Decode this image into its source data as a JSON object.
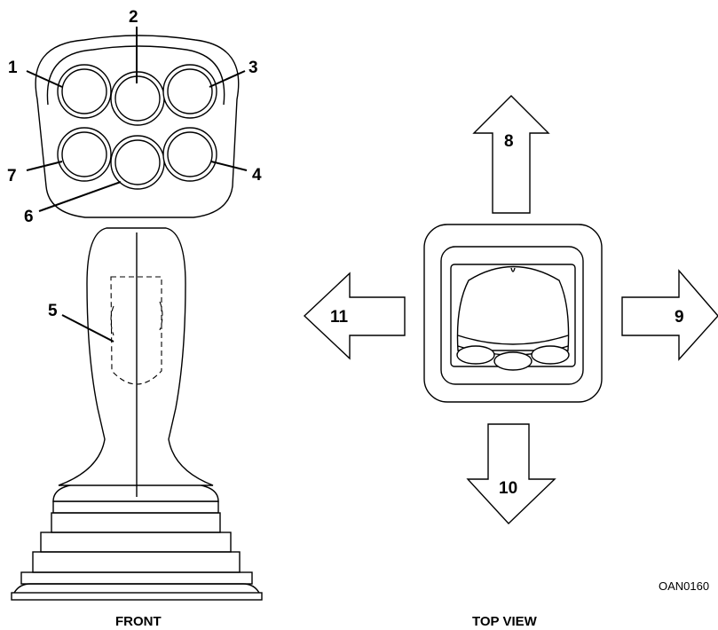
{
  "front_view": {
    "caption": "FRONT",
    "callouts": {
      "c1": "1",
      "c2": "2",
      "c3": "3",
      "c4": "4",
      "c5": "5",
      "c6": "6",
      "c7": "7"
    }
  },
  "top_view": {
    "caption": "TOP VIEW",
    "callouts": {
      "c8": "8",
      "c9": "9",
      "c10": "10",
      "c11": "11"
    }
  },
  "reference_code": "OAN0160"
}
